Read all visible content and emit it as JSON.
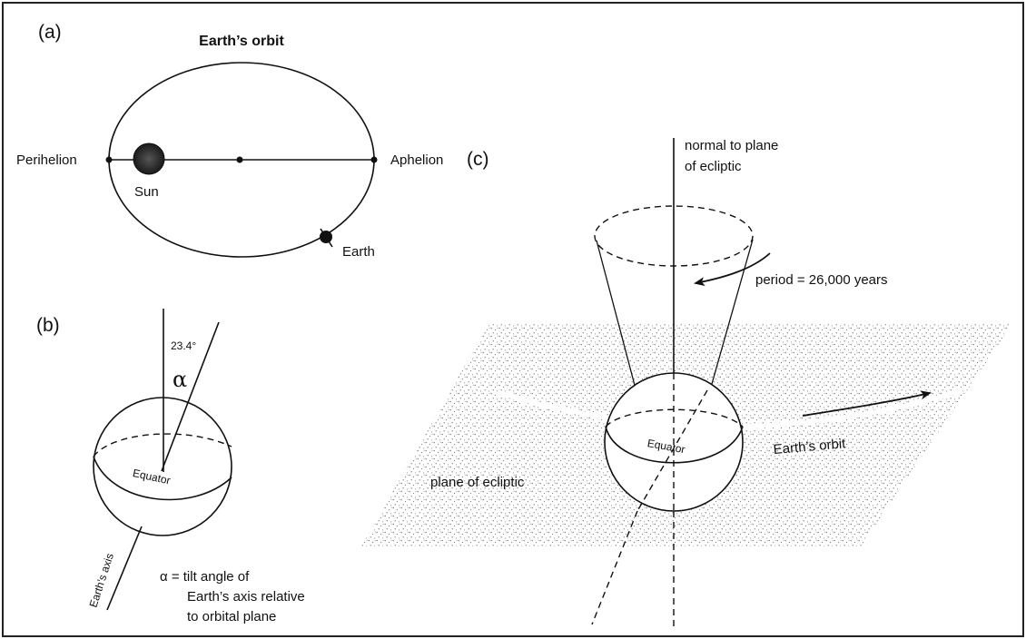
{
  "panels": {
    "a": {
      "label": "(a)",
      "title": "Earth’s orbit",
      "perihelion": "Perihelion",
      "aphelion": "Aphelion",
      "sun": "Sun",
      "earth": "Earth"
    },
    "b": {
      "label": "(b)",
      "angle_value": "23.4°",
      "alpha": "α",
      "equator": "Equator",
      "axis": "Earth’s axis",
      "legend_line1": "α = tilt angle of",
      "legend_line2": "Earth’s axis relative",
      "legend_line3": "to orbital plane"
    },
    "c": {
      "label": "(c)",
      "normal_line1": "normal to plane",
      "normal_line2": "of ecliptic",
      "period": "period = 26,000 years",
      "equator": "Equator",
      "orbit": "Earth’s orbit",
      "plane": "plane of ecliptic"
    }
  },
  "colors": {
    "ink": "#111111",
    "stipple": "#8a8a8a",
    "background": "#ffffff"
  }
}
